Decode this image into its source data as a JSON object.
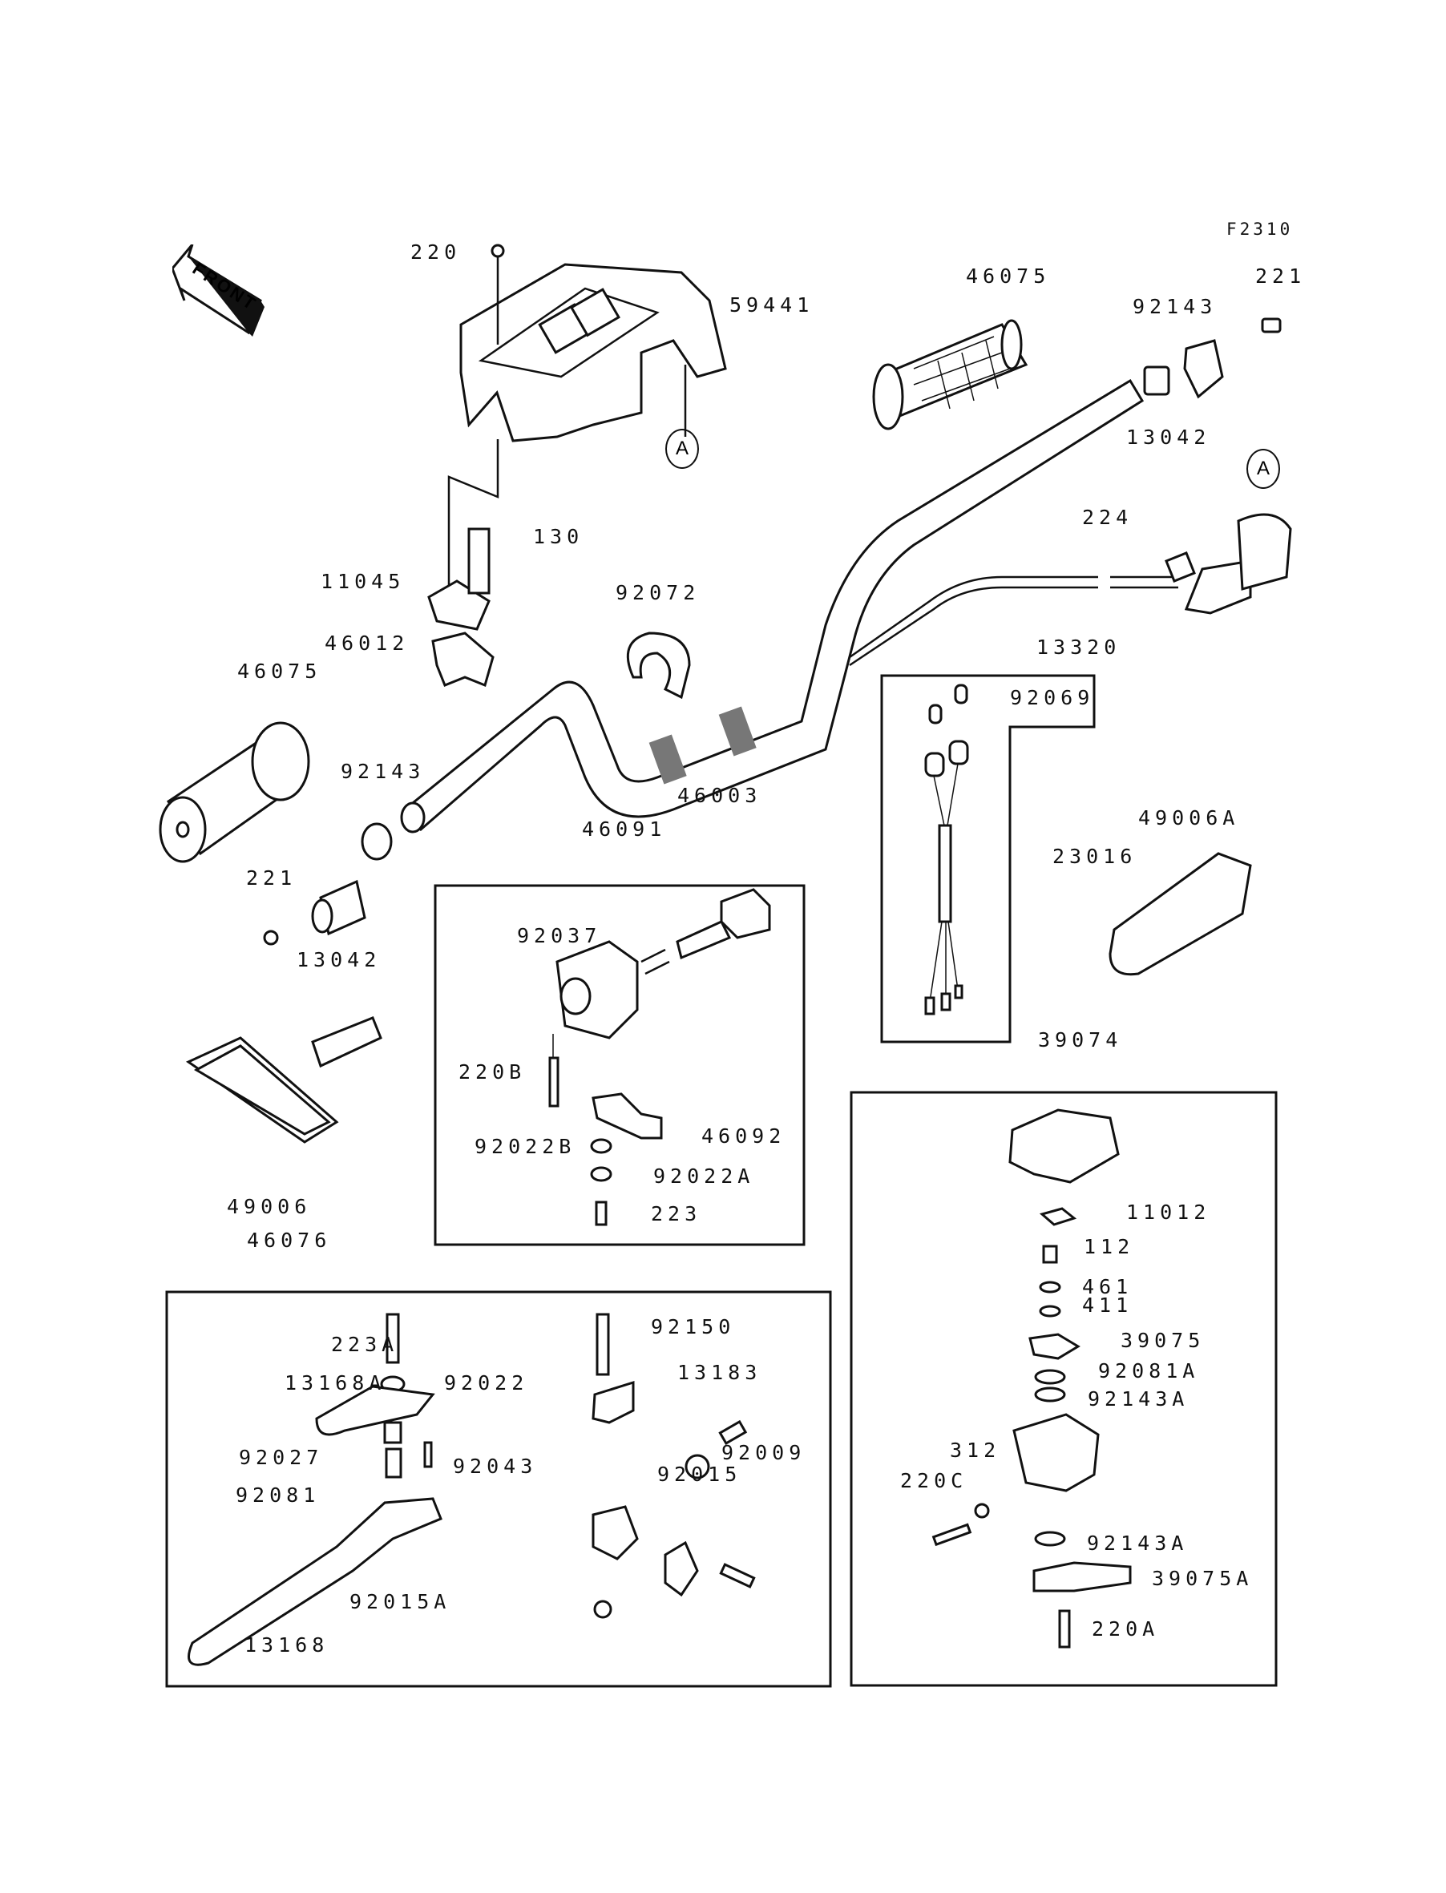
{
  "figure_code": "F2310",
  "front_label": "FRONT",
  "ref_marker": "A",
  "labels": {
    "p220": "220",
    "p59441": "59441",
    "p46075_r": "46075",
    "p92143_r": "92143",
    "p221_r": "221",
    "p13042_r": "13042",
    "p224": "224",
    "p130": "130",
    "p11045": "11045",
    "p46012": "46012",
    "p92072": "92072",
    "p13320": "13320",
    "p46075_l": "46075",
    "p92143_l": "92143",
    "p46003": "46003",
    "p92069": "92069",
    "p49006A": "49006A",
    "p23016": "23016",
    "p221_l": "221",
    "p13042_l": "13042",
    "p46091": "46091",
    "p92037": "92037",
    "p220B": "220B",
    "p46092": "46092",
    "p92022B": "92022B",
    "p92022A": "92022A",
    "p223": "223",
    "p49006": "49006",
    "p39074": "39074",
    "p46076": "46076",
    "p223A": "223A",
    "p13168A": "13168A",
    "p92022": "92022",
    "p92027": "92027",
    "p92043": "92043",
    "p92081": "92081",
    "p13168": "13168",
    "p92150": "92150",
    "p13183": "13183",
    "p92009": "92009",
    "p92015": "92015",
    "p92015A": "92015A",
    "p11012": "11012",
    "p112": "112",
    "p461": "461",
    "p411": "411",
    "p39075": "39075",
    "p92081A": "92081A",
    "p92143A_1": "92143A",
    "p312": "312",
    "p220C": "220C",
    "p92143A_2": "92143A",
    "p39075A": "39075A",
    "p220A": "220A"
  }
}
